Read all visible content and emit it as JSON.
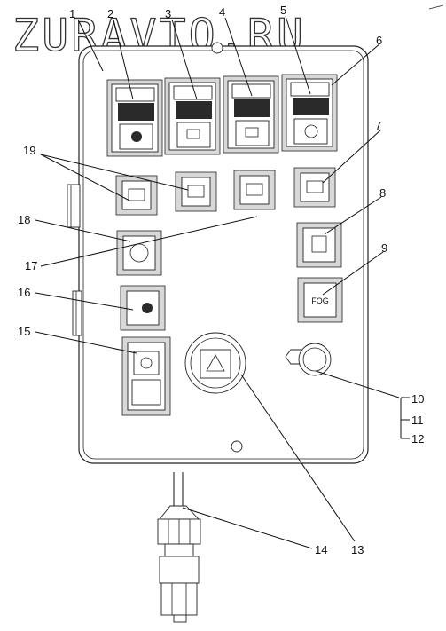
{
  "watermark": "ZURAVTO.RU",
  "callouts": [
    "1",
    "2",
    "3",
    "4",
    "5",
    "6",
    "7",
    "8",
    "9",
    "10",
    "11",
    "12",
    "13",
    "14",
    "15",
    "16",
    "17",
    "18",
    "19"
  ],
  "switch_legends": {
    "fog_lamp": "FOG"
  },
  "colors": {
    "line": "#111111",
    "background": "#ffffff",
    "shading": "#2a2a2a"
  },
  "icons": [
    "rocker-switch-icon",
    "round-pushbutton-icon",
    "hazard-triangle-icon",
    "fog-lamp-icon",
    "headlamp-icon",
    "beacon-icon",
    "differential-lock-icon",
    "axle-lock-icon",
    "knob-icon",
    "connector-plug-icon"
  ]
}
